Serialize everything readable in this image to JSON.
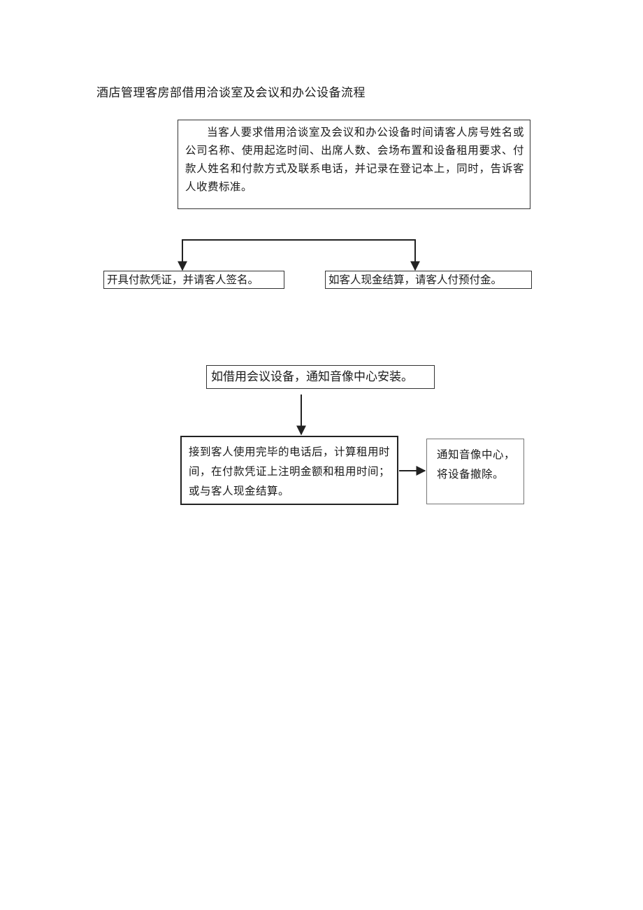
{
  "title": "酒店管理客房部借用洽谈室及会议和办公设备流程",
  "steps": {
    "request": "当客人要求借用洽谈室及会议和办公设备时间请客人房号姓名或公司名称、使用起迄时间、出席人数、会场布置和设备租用要求、付款人姓名和付款方式及联系电话，并记录在登记本上，同时，告诉客人收费标准。",
    "voucher": "开具付款凭证，并请客人签名。",
    "cash_deposit": "如客人现金结算，请客人付预付金。",
    "equipment": "如借用会议设备，通知音像中心安装。",
    "calculate": "接到客人使用完毕的电话后，计算租用时间，在付款凭证上注明金额和租用时间；或与客人现金结算。",
    "remove": "通知音像中心，将设备撤除。"
  }
}
